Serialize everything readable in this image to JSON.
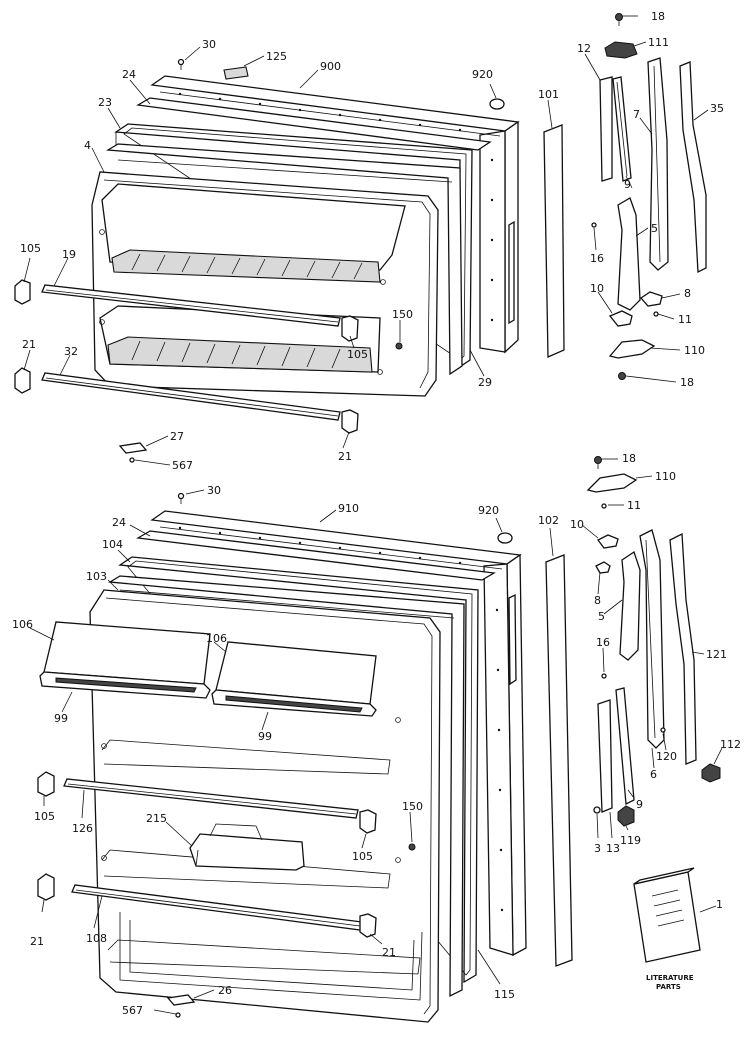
{
  "callouts": {
    "upper": {
      "n18a": "18",
      "n111": "111",
      "n12": "12",
      "n30": "30",
      "n125": "125",
      "n900": "900",
      "n920": "920",
      "n24": "24",
      "n101": "101",
      "n7": "7",
      "n35": "35",
      "n23": "23",
      "n4": "4",
      "n9": "9",
      "n5": "5",
      "n16": "16",
      "n105a": "105",
      "n19": "19",
      "n150": "150",
      "n10": "10",
      "n8": "8",
      "n11": "11",
      "n105b": "105",
      "n110": "110",
      "n21a": "21",
      "n32": "32",
      "n29": "29",
      "n18b": "18",
      "n27": "27",
      "n21b": "21",
      "n567": "567"
    },
    "lower": {
      "n18": "18",
      "n110": "110",
      "n30": "30",
      "n11": "11",
      "n910": "910",
      "n920": "920",
      "n24": "24",
      "n10": "10",
      "n102": "102",
      "n104": "104",
      "n103": "103",
      "n8": "8",
      "n106a": "106",
      "n106b": "106",
      "n5": "5",
      "n121": "121",
      "n16": "16",
      "n99a": "99",
      "n99b": "99",
      "n120": "120",
      "n112": "112",
      "n6": "6",
      "n105a": "105",
      "n126": "126",
      "n150": "150",
      "n9": "9",
      "n215": "215",
      "n105b": "105",
      "n3": "3",
      "n13": "13",
      "n119": "119",
      "n21a": "21",
      "n108": "108",
      "n21b": "21",
      "n1": "1",
      "n115": "115",
      "n26": "26",
      "n567": "567"
    }
  },
  "literature": {
    "line1": "LITERATURE",
    "line2": "PARTS"
  }
}
